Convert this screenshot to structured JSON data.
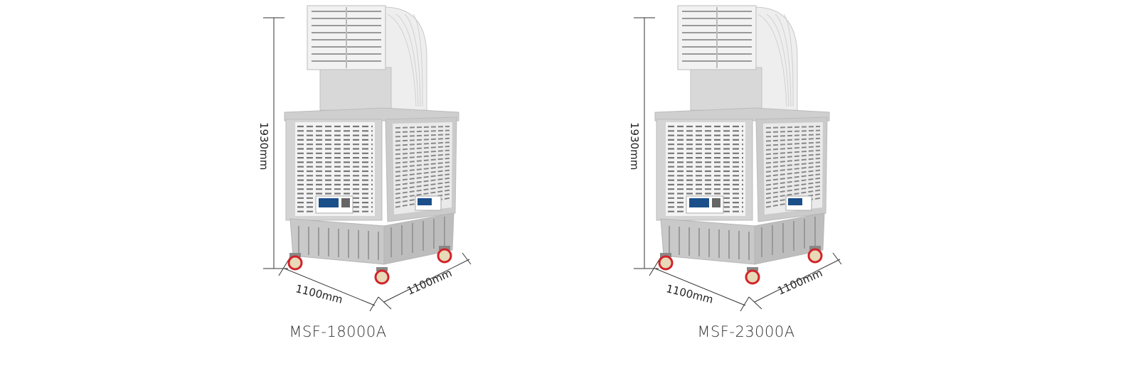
{
  "products": [
    {
      "model": "MSF-18000A",
      "height_label": "1930mm",
      "width_label": "1100mm",
      "depth_label": "1100mm"
    },
    {
      "model": "MSF-23000A",
      "height_label": "1930mm",
      "width_label": "1100mm",
      "depth_label": "1100mm"
    }
  ],
  "colors": {
    "body": "#d4d4d4",
    "wheel": "#d2232a",
    "panel": "#1b4f8a"
  }
}
